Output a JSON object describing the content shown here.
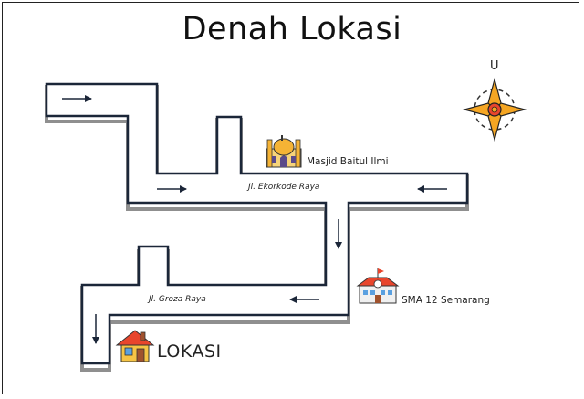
{
  "title": "Denah Lokasi",
  "compass": {
    "north_label": "U"
  },
  "streets": {
    "ekorkode": "Jl. Ekorkode Raya",
    "groza": "Jl. Groza Raya"
  },
  "landmarks": {
    "mosque": "Masjid Baitul Ilmi",
    "school": "SMA 12 Semarang",
    "location": "LOKASI"
  },
  "icons": {
    "mosque": "mosque-icon",
    "school": "school-icon",
    "house": "house-icon",
    "compass": "compass-icon",
    "arrow": "arrow-icon"
  },
  "colors": {
    "road_outline": "#1b2638",
    "road_shadow": "#8f8f8f",
    "arrow": "#1b2638",
    "compass_orange": "#f5a623",
    "compass_red": "#e8452c",
    "house_roof": "#e8452c",
    "house_wall": "#f6c445"
  }
}
